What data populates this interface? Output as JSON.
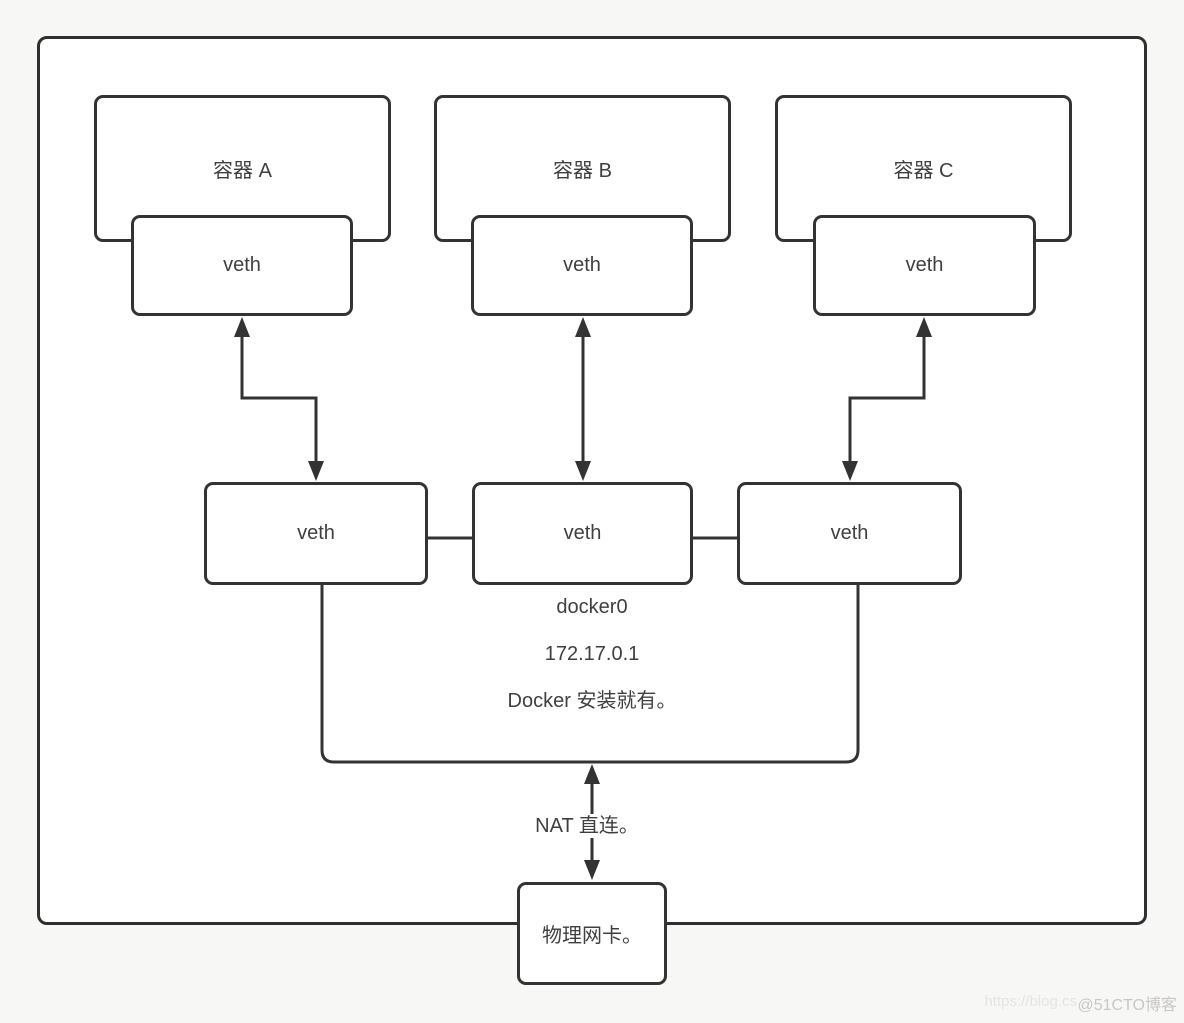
{
  "diagram": {
    "containers": [
      {
        "label": "容器 A",
        "veth": "veth"
      },
      {
        "label": "容器 B",
        "veth": "veth"
      },
      {
        "label": "容器 C",
        "veth": "veth"
      }
    ],
    "bridge": {
      "veths": [
        "veth",
        "veth",
        "veth"
      ],
      "name": "docker0",
      "ip": "172.17.0.1",
      "note": "Docker 安装就有。"
    },
    "nat": {
      "label": "NAT 直连。"
    },
    "nic": {
      "label": "物理网卡。"
    }
  },
  "watermark": {
    "url": "https://blog.cs",
    "badge": "@51CTO博客"
  },
  "colors": {
    "stroke": "#333333",
    "text": "#3f3f3f",
    "canvas_bg": "#f7f7f6",
    "box_bg": "#ffffff",
    "watermark_url": "#e6e4e2",
    "watermark_badge": "#c9c7c4"
  }
}
